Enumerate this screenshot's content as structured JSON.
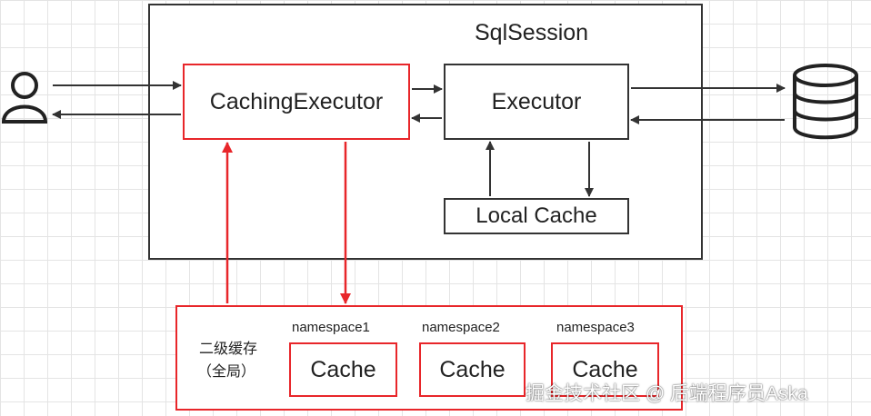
{
  "diagram": {
    "session_title": "SqlSession",
    "caching_executor": "CachingExecutor",
    "executor": "Executor",
    "local_cache": "Local Cache",
    "second_level_cache": {
      "label_line1": "二级缓存",
      "label_line2": "（全局）",
      "namespaces": [
        {
          "name": "namespace1",
          "cache": "Cache"
        },
        {
          "name": "namespace2",
          "cache": "Cache"
        },
        {
          "name": "namespace3",
          "cache": "Cache"
        }
      ]
    },
    "icons": [
      "user-icon",
      "database-icon"
    ],
    "colors": {
      "red": "#e8262a",
      "black": "#333333"
    }
  },
  "watermark": "掘金技术社区 @ 后端程序员Aska"
}
